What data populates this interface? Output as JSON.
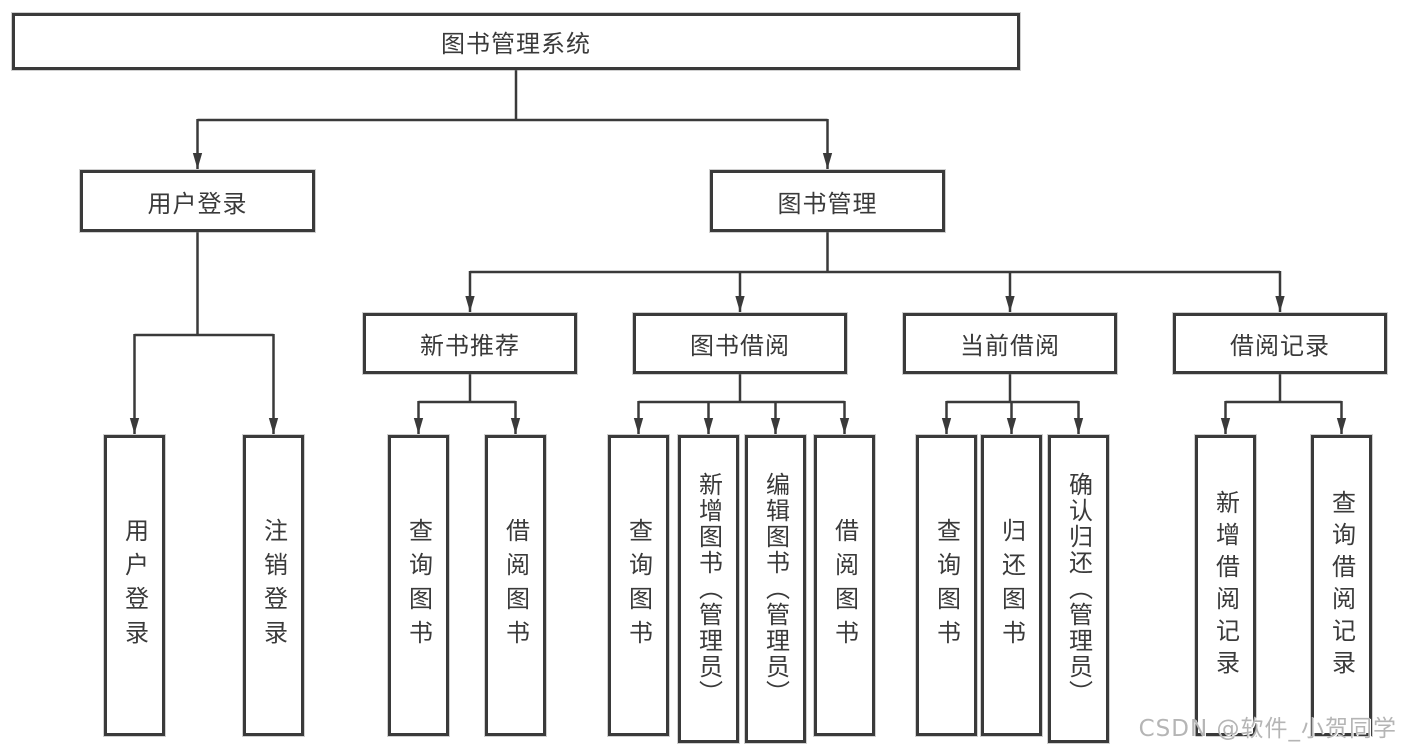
{
  "tree": {
    "root": {
      "label": "图书管理系统",
      "children": [
        {
          "label": "用户登录",
          "children": [
            {
              "label": "用户登录"
            },
            {
              "label": "注销登录"
            }
          ]
        },
        {
          "label": "图书管理",
          "children": [
            {
              "label": "新书推荐",
              "children": [
                {
                  "label": "查询图书"
                },
                {
                  "label": "借阅图书"
                }
              ]
            },
            {
              "label": "图书借阅",
              "children": [
                {
                  "label": "查询图书"
                },
                {
                  "label": "新增图书（管理员）"
                },
                {
                  "label": "编辑图书（管理员）"
                },
                {
                  "label": "借阅图书"
                }
              ]
            },
            {
              "label": "当前借阅",
              "children": [
                {
                  "label": "查询图书"
                },
                {
                  "label": "归还图书"
                },
                {
                  "label": "确认归还（管理员）"
                }
              ]
            },
            {
              "label": "借阅记录",
              "children": [
                {
                  "label": "新增借阅记录"
                },
                {
                  "label": "查询借阅记录"
                }
              ]
            }
          ]
        }
      ]
    }
  },
  "watermark": {
    "text": "CSDN @软件_小贺同学"
  },
  "colors": {
    "line": "#3a3a3a",
    "box_border": "#3a3a3a",
    "text": "#3a3a3a",
    "watermark": "#b5b5b5",
    "background": "#ffffff"
  }
}
